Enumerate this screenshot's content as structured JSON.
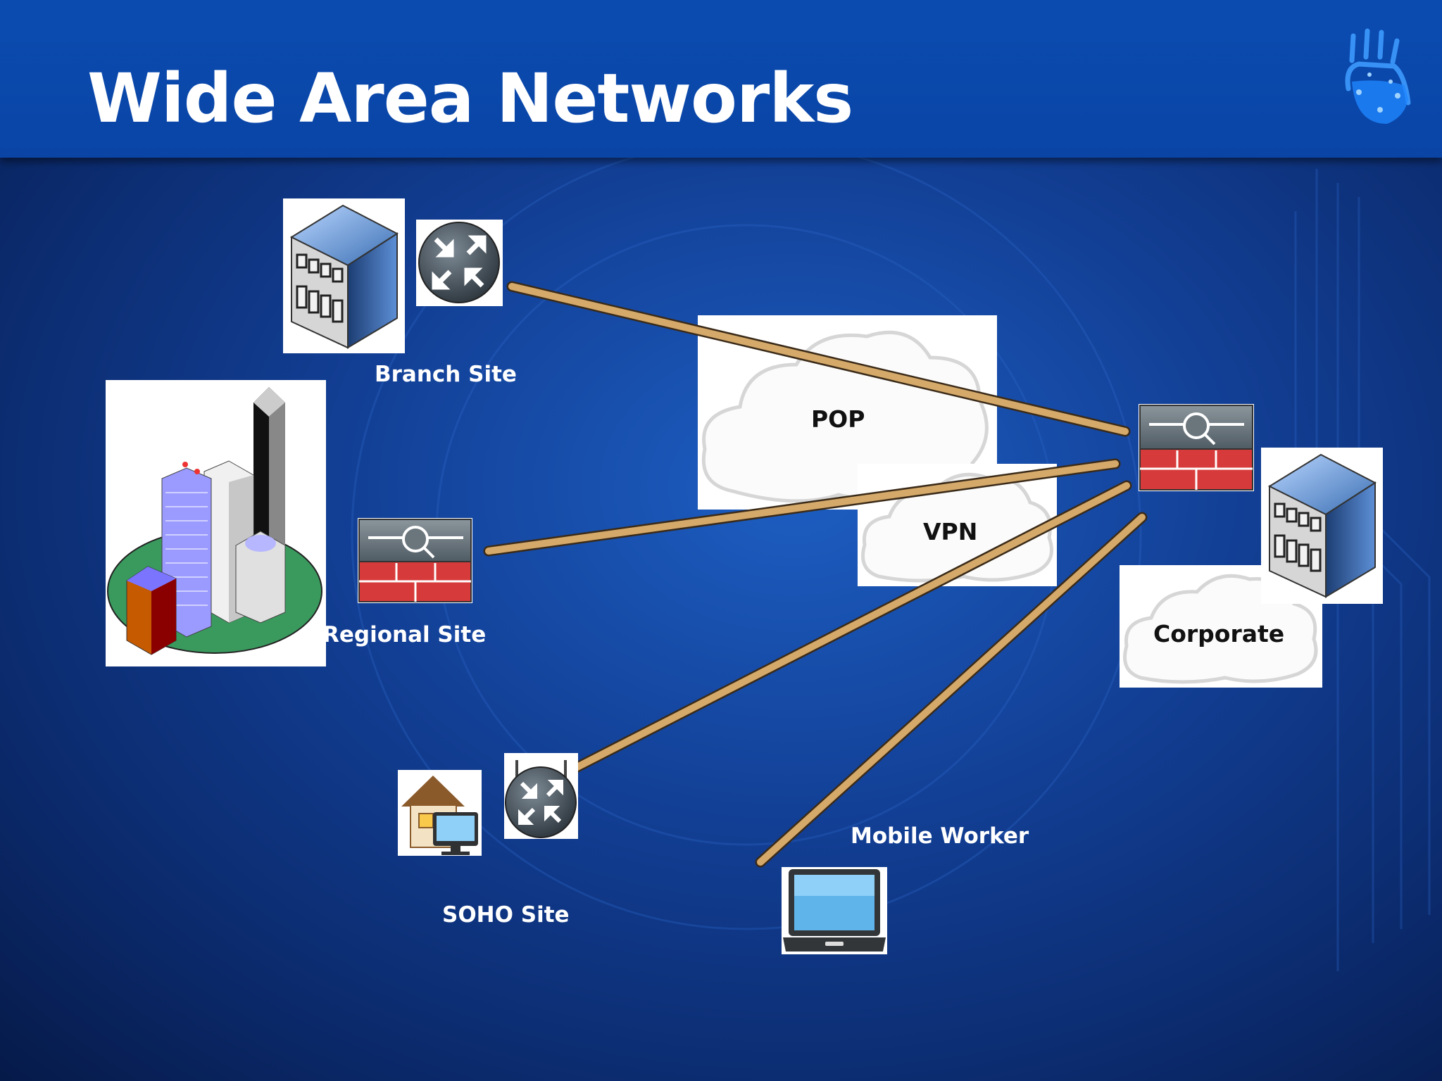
{
  "slide": {
    "title": "Wide Area Networks"
  },
  "nodes": {
    "branch_site": {
      "label": "Branch Site"
    },
    "regional_site": {
      "label": "Regional Site"
    },
    "soho_site": {
      "label": "SOHO Site"
    },
    "mobile_worker": {
      "label": "Mobile Worker"
    },
    "pop_cloud": {
      "label": "POP"
    },
    "vpn_cloud": {
      "label": "VPN"
    },
    "corporate_cloud": {
      "label": "Corporate"
    }
  },
  "icons": {
    "branch_building": "office-building-icon",
    "branch_router": "router-icon",
    "regional_city": "city-buildings-icon",
    "regional_firewall": "firewall-icon",
    "soho_home": "home-office-icon",
    "soho_router": "router-icon",
    "mobile_laptop": "laptop-icon",
    "corporate_firewall": "firewall-icon",
    "corporate_building": "office-building-icon",
    "logo": "handprint-logo-icon"
  },
  "colors": {
    "header": "#0a47aa",
    "link": "#d4a96a",
    "firewall_red": "#d73a3a",
    "router_gray": "#4d5860"
  }
}
